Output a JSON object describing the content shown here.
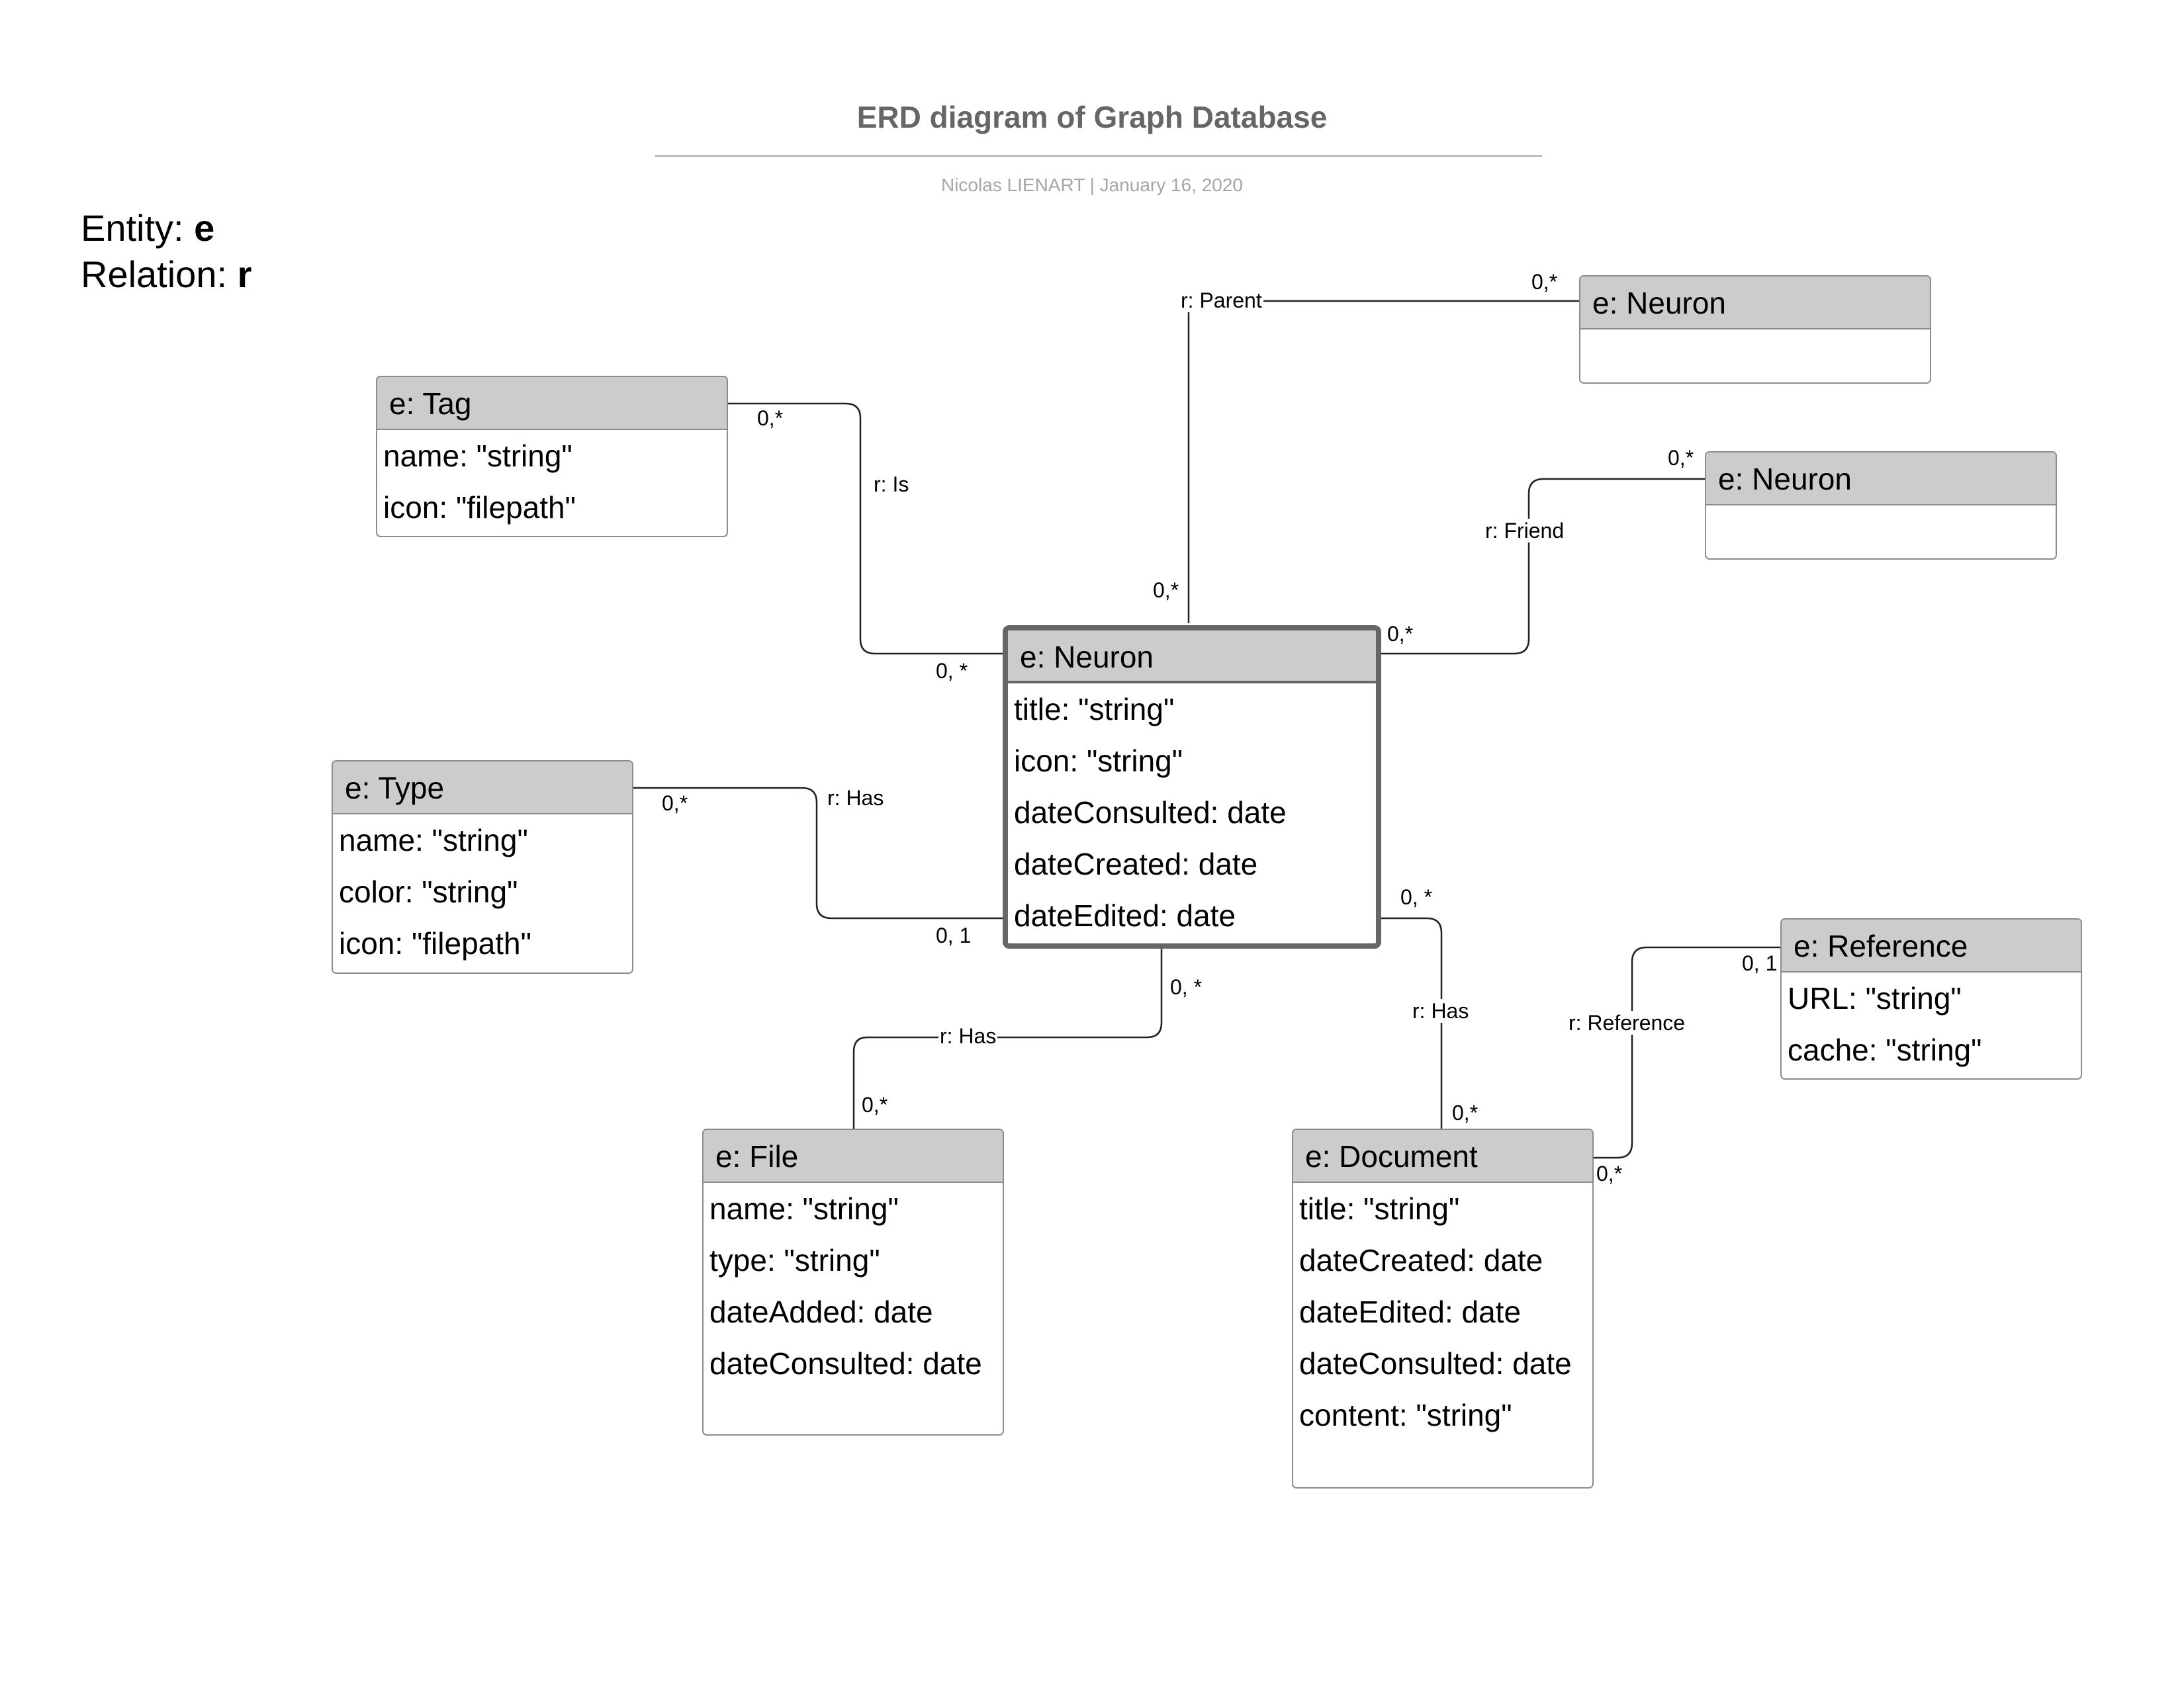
{
  "title": "ERD diagram of Graph Database",
  "byline": "Nicolas LIENART  |  January 16, 2020",
  "legend": {
    "entity_prefix": "Entity: ",
    "entity_key": "e",
    "relation_prefix": "Relation: ",
    "relation_key": "r"
  },
  "entities": {
    "neuron_main": {
      "name": "e: Neuron",
      "attributes": [
        "title: \"string\"",
        "icon: \"string\"",
        "dateConsulted: date",
        "dateCreated: date",
        "dateEdited: date"
      ]
    },
    "neuron_parent": {
      "name": "e: Neuron",
      "attributes": []
    },
    "neuron_friend": {
      "name": "e: Neuron",
      "attributes": []
    },
    "tag": {
      "name": "e: Tag",
      "attributes": [
        "name: \"string\"",
        "icon: \"filepath\""
      ]
    },
    "type": {
      "name": "e: Type",
      "attributes": [
        "name: \"string\"",
        "color: \"string\"",
        "icon: \"filepath\""
      ]
    },
    "file": {
      "name": "e: File",
      "attributes": [
        "name: \"string\"",
        "type: \"string\"",
        "dateAdded: date",
        "dateConsulted: date"
      ]
    },
    "document": {
      "name": "e: Document",
      "attributes": [
        "title: \"string\"",
        "dateCreated: date",
        "dateEdited: date",
        "dateConsulted: date",
        "content: \"string\""
      ]
    },
    "reference": {
      "name": "e: Reference",
      "attributes": [
        "URL: \"string\"",
        "cache: \"string\""
      ]
    }
  },
  "relations": {
    "parent": {
      "label": "r: Parent",
      "card_a": "0,*",
      "card_b": "0,*"
    },
    "is": {
      "label": "r: Is",
      "card_a": "0,*",
      "card_b": "0, *"
    },
    "friend": {
      "label": "r: Friend",
      "card_a": "0,*",
      "card_b": "0,*"
    },
    "has_type": {
      "label": "r: Has",
      "card_a": "0,*",
      "card_b": "0, 1"
    },
    "has_file": {
      "label": "r: Has",
      "card_a": "0, *",
      "card_b": "0,*"
    },
    "has_document": {
      "label": "r: Has",
      "card_a": "0, *",
      "card_b": "0,*"
    },
    "reference": {
      "label": "r: Reference",
      "card_a": "0, 1",
      "card_b": "0,*"
    }
  }
}
